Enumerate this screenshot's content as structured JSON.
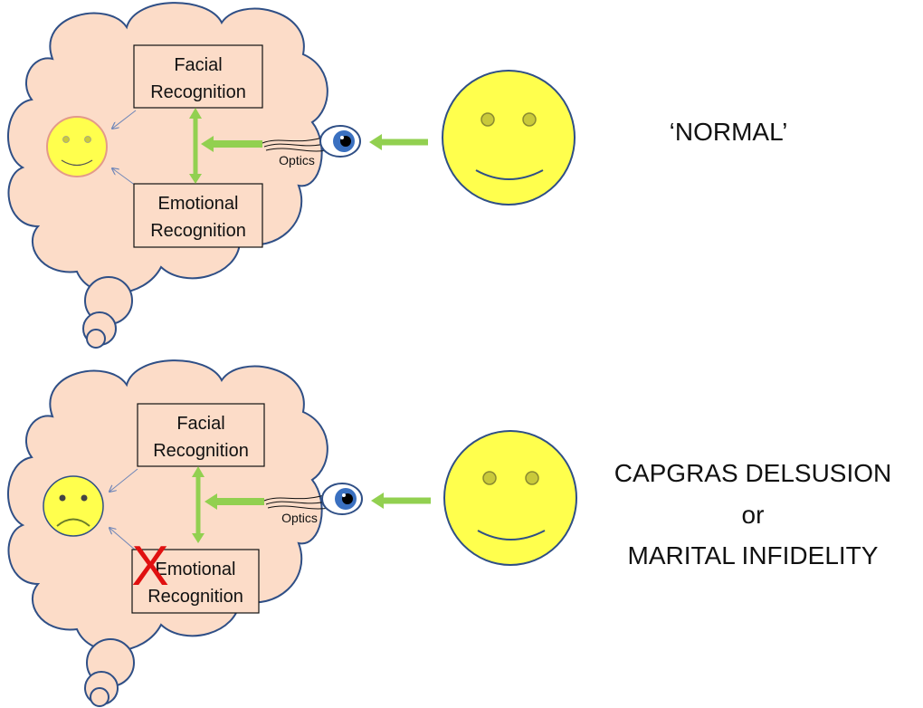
{
  "panels": [
    {
      "facial_line1": "Facial",
      "facial_line2": "Recognition",
      "emotional_line1": "Emotional",
      "emotional_line2": "Recognition",
      "optics_label": "Optics",
      "inner_face": "smiley-face",
      "label_lines": [
        "‘NORMAL’"
      ]
    },
    {
      "facial_line1": "Facial",
      "facial_line2": "Recognition",
      "emotional_line1": "Emotional",
      "emotional_line2": "Recognition",
      "optics_label": "Optics",
      "inner_face": "sad-face",
      "blocked_mark": "X",
      "label_lines": [
        "CAPGRAS DELSUSION",
        "or",
        "MARITAL INFIDELITY"
      ]
    }
  ],
  "colors": {
    "cloud_fill": "#fcdcc8",
    "cloud_stroke": "#2f4f86",
    "arrow_green": "#92d050",
    "face_yellow": "#ffff4d",
    "blocked_red": "#e01010"
  }
}
